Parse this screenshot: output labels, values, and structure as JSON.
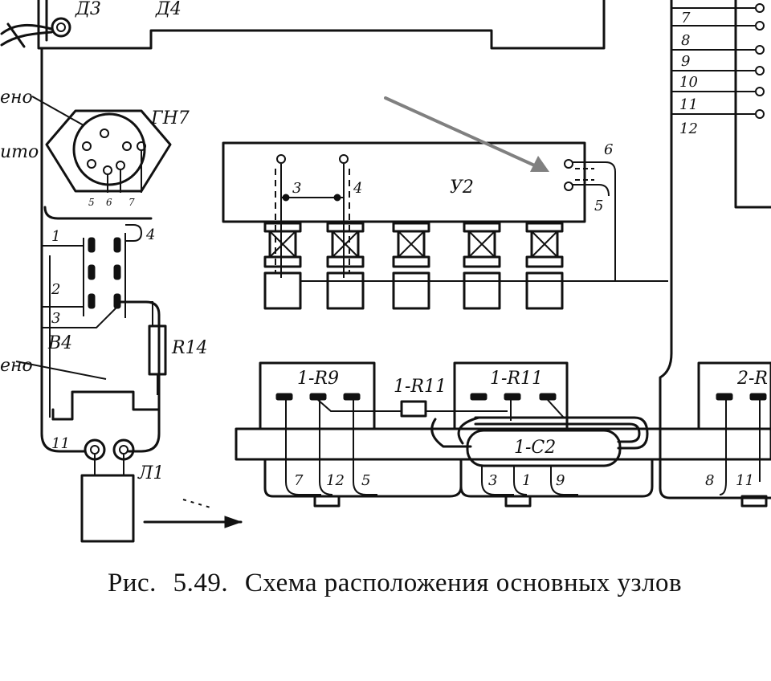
{
  "labels": {
    "d3": "Д3",
    "d4": "Д4",
    "gn7": "ГН7",
    "eno_top": "ено",
    "ito": "ито",
    "eno_bottom": "ено",
    "u2": "У2",
    "r14": "R14",
    "v4": "В4",
    "l1": "Л1",
    "r9_1": "1-R9",
    "r11_1a": "1-R11",
    "r11_1b": "1-R11",
    "c2_1": "1-С2",
    "r9_2": "2-R"
  },
  "numbers": {
    "u2_3": "3",
    "u2_4": "4",
    "u2_5": "5",
    "u2_6": "6",
    "lamp_5": "5",
    "lamp_6": "6",
    "lamp_7": "7",
    "sw_1": "1",
    "sw_2": "2",
    "sw_3": "3",
    "sw_4": "4",
    "n_11": "11",
    "right_7": "7",
    "right_8": "8",
    "right_9": "9",
    "right_10": "10",
    "right_11": "11",
    "right_12": "12",
    "bot_7": "7",
    "bot_12": "12",
    "bot_5": "5",
    "bot_3": "3",
    "bot_1": "1",
    "bot_9": "9",
    "bot_8": "8",
    "bot_11": "11"
  },
  "caption": {
    "fig": "Рис.",
    "number": "5.49.",
    "text": "Схема расположения основных узлов"
  }
}
